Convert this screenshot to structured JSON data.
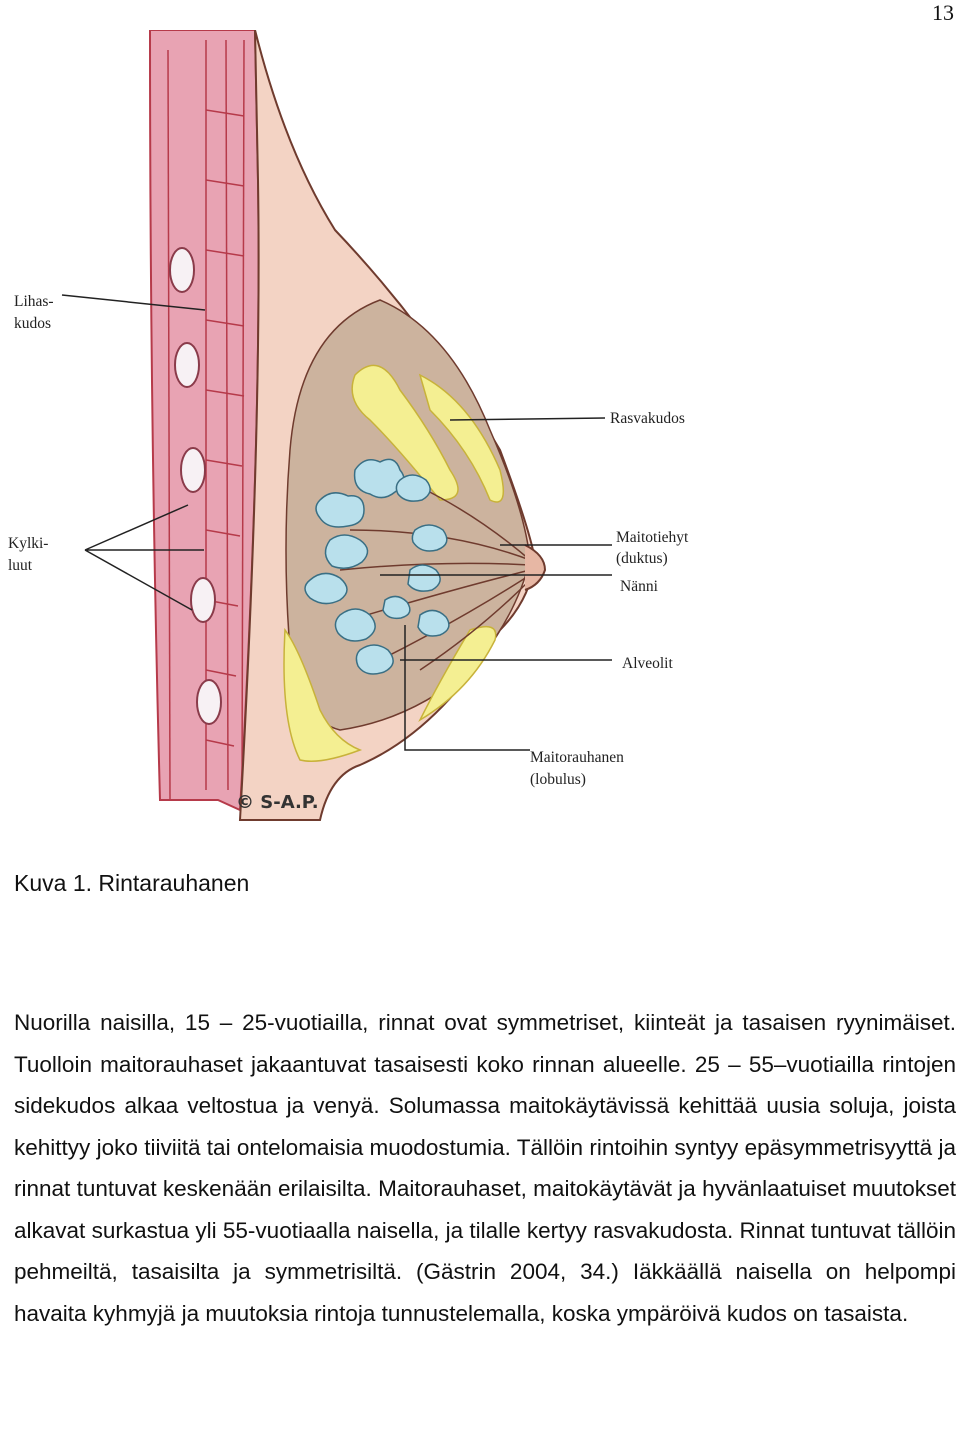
{
  "page": {
    "number": "13"
  },
  "figure": {
    "labels": {
      "muscle_line1": "Lihas-",
      "muscle_line2": "kudos",
      "ribs_line1": "Kylki-",
      "ribs_line2": "luut",
      "fat": "Rasvakudos",
      "duct_line1": "Maitotiehyt",
      "duct_line2": "(duktus)",
      "nipple": "Nänni",
      "alveoli": "Alveolit",
      "lobule_line1": "Maitorauhanen",
      "lobule_line2": "(lobulus)"
    },
    "copyright": "© S-A.P.",
    "colors": {
      "skin": "#f3d3c4",
      "muscle": "#e8a3b3",
      "muscle_stroke": "#b63a4a",
      "rib": "#f7f1f4",
      "fat": "#f4ef92",
      "gland": "#ccb39e",
      "lobule": "#b9e0ec",
      "lobule_stroke": "#3a6f84",
      "outline": "#6f3b2e"
    }
  },
  "caption": "Kuva 1. Rintarauhanen",
  "body_text": "Nuorilla naisilla, 15 – 25-vuotiailla, rinnat ovat symmetriset, kiinteät ja tasaisen ryynimäiset. Tuolloin maitorauhaset jakaantuvat tasaisesti koko rinnan alueelle. 25 – 55–vuotiailla rintojen sidekudos alkaa veltostua ja venyä. Solumassa maitokäytävissä kehittää uusia soluja, joista kehittyy joko tiiviitä tai ontelomaisia muodostumia. Tällöin rintoihin syntyy epäsymmetrisyyttä ja rinnat tuntuvat keskenään erilaisilta. Maitorauhaset, maitokäytävät ja hyvänlaatuiset muutokset alkavat surkastua yli 55-vuotiaalla naisella, ja tilalle kertyy rasvakudosta. Rinnat tuntuvat tällöin pehmeiltä, tasaisilta ja symmetrisiltä. (Gästrin 2004, 34.) Iäkkäällä naisella on helpompi havaita kyhmyjä ja muutoksia rintoja tunnustelemalla, koska ympäröivä kudos on tasaista."
}
